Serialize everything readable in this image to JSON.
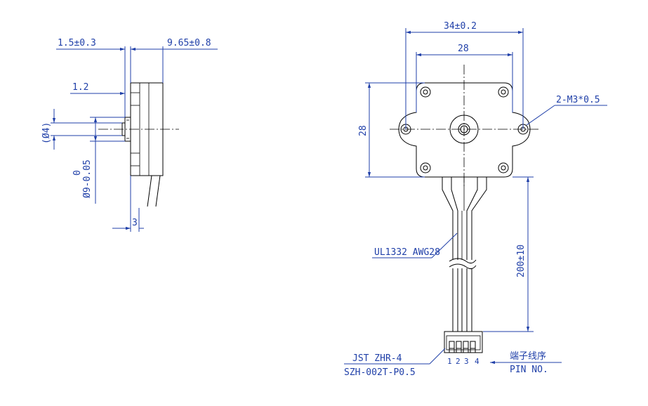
{
  "side_view": {
    "thickness_label": "1.5±0.3",
    "length_label": "9.65±0.8",
    "flange_label": "1.2",
    "shaft_dia_label": "(Ø4)",
    "boss_tolerance_upper": "0",
    "boss_dia_label": "Ø9-0.05",
    "cable_exit_label": "3"
  },
  "front_view": {
    "overall_width_label": "34±0.2",
    "hole_spacing_label": "28",
    "height_label": "28",
    "mount_hole_label": "2-M3*0.5",
    "wire_spec_label": "UL1332 AWG28",
    "lead_length_label": "200±10",
    "connector_label": "JST ZHR-4",
    "terminal_label": "SZH-002T-P0.5",
    "pin_numbers": [
      "1",
      "2",
      "3",
      "4"
    ],
    "pin_order_cn": "端子线序",
    "pin_order_label": "PIN NO."
  },
  "colors": {
    "dimension": "#1f3fa8",
    "outline": "#000000"
  }
}
